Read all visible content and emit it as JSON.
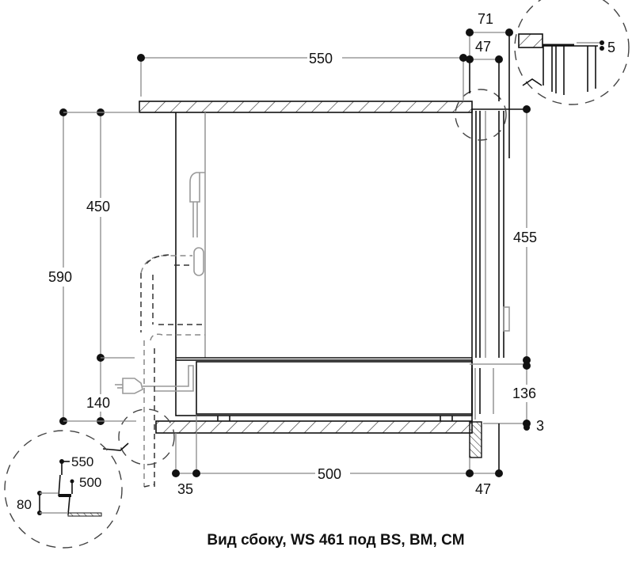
{
  "caption": "Вид сбоку, WS 461 под BS, BM, CM",
  "dimensions": {
    "top_width": "550",
    "top_right_outer": "71",
    "top_right_inner": "47",
    "detail_gap": "5",
    "right_height": "455",
    "left_upper_height": "450",
    "left_total_height": "590",
    "left_lower_height": "140",
    "drawer_height": "136",
    "bottom_gap": "3",
    "bottom_width": "500",
    "bottom_left_offset": "35",
    "bottom_right_offset": "47"
  },
  "detail_bottom": {
    "depth_outer": "550",
    "depth_inner": "500",
    "height": "80"
  },
  "colors": {
    "line": "#111111",
    "secondary": "#999999"
  }
}
